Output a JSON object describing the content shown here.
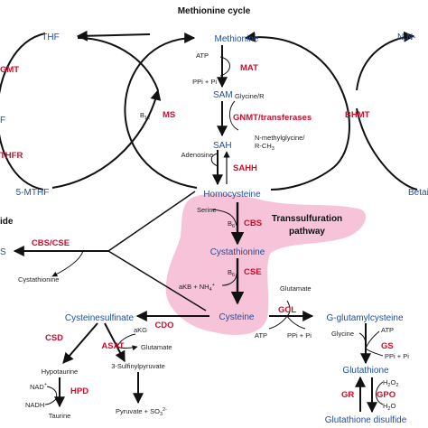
{
  "title": "Methionine cycle",
  "pathway_label": {
    "line1": "Transsulfuration",
    "line2": "pathway"
  },
  "colors": {
    "metabolite": "#1f4e9c",
    "enzyme": "#c8102e",
    "highlight": "#f6c3d8",
    "line": "#111111"
  },
  "metabolites": {
    "thf": "THF",
    "methionine": "Methionine",
    "nn": "N,N-",
    "sam": "SAM",
    "sah": "SAH",
    "homocysteine": "Homocysteine",
    "f": "F",
    "mthf": "5-MTHF",
    "beta": "Betai",
    "cystathionine": "Cystathionine",
    "cysteine": "Cysteine",
    "s": "S",
    "cysteinesulfinate": "Cysteinesulfinate",
    "g_glutamylcysteine": "G-glutamylcysteine",
    "glutathione": "Glutathione",
    "glutathione_disulfide": "Glutathione disulfide"
  },
  "enzymes": {
    "gmt": "GMT",
    "mat": "MAT",
    "ms": "MS",
    "bhmt": "BHMT",
    "thfr": "THFR",
    "gnmt": "GNMT/transferases",
    "sahh": "SAHH",
    "cbs": "CBS",
    "cse": "CSE",
    "cbs_cse": "CBS/CSE",
    "cdo": "CDO",
    "gcl": "GCL",
    "csd": "CSD",
    "asat": "ASAT",
    "hpd": "HPD",
    "gs": "GS",
    "gr": "GR",
    "gpo": "GPO"
  },
  "small_labels": {
    "atp1": "ATP",
    "ppi_pi1": "PPi + Pi",
    "glycine_r": "Glycine/R",
    "nmethyl1": "N-methylglycine/",
    "nmethyl2": "R-CH",
    "nmethyl2_sub": "3",
    "adenosine": "Adenosine",
    "b12": "B",
    "b12_sub": "12",
    "serine": "Serine",
    "b6a": "B",
    "b6a_sub": "6",
    "b6b": "B",
    "b6b_sub": "6",
    "akb": "aKB + NH",
    "akb_sup": "4",
    "akb_plus": "+",
    "glutamate1": "Glutamate",
    "atp2": "ATP",
    "ppi_pi2": "PPi + Pi",
    "cystathionine_side": "Cystathionine",
    "ide": "ide",
    "akg": "aKG",
    "glutamate2": "Glutamate",
    "hypotaurine": "Hypotaurine",
    "nad": "NAD",
    "nad_sup": "+",
    "nadh": "NADH",
    "taurine": "Taurine",
    "sulfinylpyruvate": "3-Sulfinylpyruvate",
    "pyruvate": "Pyruvate + SO",
    "pyruvate_sub": "3",
    "pyruvate_sup": "2-",
    "atp3": "ATP",
    "glycine": "Glycine",
    "ppi_pi3": "PPi + Pi",
    "h2o2": "H",
    "h2o2_sub1": "2",
    "h2o2_rest": "O",
    "h2o2_sub2": "2",
    "h2o": "H",
    "h2o_sub": "2",
    "h2o_rest": "O"
  }
}
